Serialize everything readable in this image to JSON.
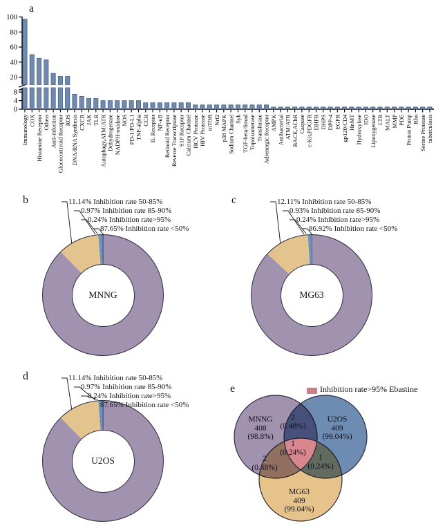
{
  "panel_letters": {
    "a": "a",
    "b": "b",
    "c": "c",
    "d": "d",
    "e": "e"
  },
  "chart_data": [
    {
      "panel": "a",
      "type": "bar",
      "title": "",
      "xlabel": "",
      "ylabel": "",
      "y_ticks_lower": [
        0,
        4,
        8
      ],
      "y_ticks_upper": [
        20,
        40,
        60,
        80,
        100
      ],
      "ylim_lower": [
        0,
        10
      ],
      "ylim_upper": [
        10,
        100
      ],
      "axis_break": true,
      "bar_color": "#6f8aad",
      "bar_border": "#46608a",
      "categories": [
        "Immunology",
        "COX",
        "Histamine Receptor",
        "Others",
        "Anti-infection",
        "Glucocorticoid Receptor",
        "ROS",
        "DNA/RNA Synthesis",
        "CXCR",
        "JAK",
        "TLR",
        "Autophagy,ATM/ATR",
        "Dehydrogenase",
        "NADPH-oxidase",
        "NOS",
        "PD-1/PD-L1",
        "TNF-alpha",
        "CCR",
        "IL Receptor",
        "NF-κB",
        "Retinoid Receptor",
        "Reverse Transcriptase",
        "S1P Receptor",
        "Calcium Channel",
        "HCV Protease",
        "HIV Protease",
        "mTOR",
        "Nrf2",
        "p38 MAPK",
        "Sodium Channel",
        "Syk",
        "TGF-beta/Smad",
        "Topoisomerase",
        "Transferase",
        "Adrenergic Receptor",
        "AMPK",
        "Antibacterial",
        "ATM/ATR",
        "BACE,AChR",
        "Caspase",
        "c-Kit,PDGFR",
        "DHFR",
        "DHPS",
        "DPP-4",
        "EGFR",
        "gp120/CD4",
        "HnMT",
        "Hydroxylase",
        "IDO",
        "Lipoxygenase",
        "LTR",
        "MALT",
        "MMP",
        "PDE",
        "Proton Pump",
        "Rho",
        "Serine Protease",
        "tuberculosis"
      ],
      "values": [
        97,
        50,
        45,
        43,
        25,
        21,
        21,
        7,
        6,
        5,
        5,
        4,
        4,
        4,
        4,
        4,
        4,
        3,
        3,
        3,
        3,
        3,
        3,
        3,
        2,
        2,
        2,
        2,
        2,
        2,
        2,
        2,
        2,
        2,
        2,
        1,
        1,
        1,
        1,
        1,
        1,
        1,
        1,
        1,
        1,
        1,
        1,
        1,
        1,
        1,
        1,
        1,
        1,
        1,
        1,
        1,
        1,
        1
      ]
    },
    {
      "panel": "b",
      "type": "donut",
      "center_label": "MNNG",
      "slices": [
        {
          "name": "Inhibition rate <50%",
          "pct": 87.65,
          "color": "#a192af"
        },
        {
          "name": "Inhibition rate 50-85%",
          "pct": 11.14,
          "color": "#e3c48e"
        },
        {
          "name": "Inhibition rate 85-90%",
          "pct": 0.97,
          "color": "#6e92bb"
        },
        {
          "name": "Inhibition rate>95%",
          "pct": 0.24,
          "color": "#4f73a3"
        }
      ],
      "callouts": [
        "11.14% Inhibition rate 50-85%",
        "0.97% Inhibition rate 85-90%",
        "0.24% Inhibition rate>95%",
        "87.65% Inhibition rate <50%"
      ]
    },
    {
      "panel": "c",
      "type": "donut",
      "center_label": "MG63",
      "slices": [
        {
          "name": "Inhibition rate <50%",
          "pct": 86.92,
          "color": "#a192af"
        },
        {
          "name": "Inhibition rate 50-85%",
          "pct": 12.11,
          "color": "#e3c48e"
        },
        {
          "name": "Inhibition rate 85-90%",
          "pct": 0.93,
          "color": "#6e92bb"
        },
        {
          "name": "Inhibition rate>95%",
          "pct": 0.24,
          "color": "#4f73a3"
        }
      ],
      "callouts": [
        "12.11% Inhibition rate 50-85%",
        "0.93% Inhibition rate 85-90%",
        "0.24% Inhibition rate>95%",
        "86.92% Inhibition rate <50%"
      ]
    },
    {
      "panel": "d",
      "type": "donut",
      "center_label": "U2OS",
      "slices": [
        {
          "name": "Inhibition rate <50%",
          "pct": 87.65,
          "color": "#a192af"
        },
        {
          "name": "Inhibition rate 50-85%",
          "pct": 11.14,
          "color": "#e3c48e"
        },
        {
          "name": "Inhibition rate 85-90%",
          "pct": 0.97,
          "color": "#6e92bb"
        },
        {
          "name": "Inhibition rate>95%",
          "pct": 0.24,
          "color": "#4f73a3"
        }
      ],
      "callouts": [
        "11.14% Inhibition rate 50-85%",
        "0.97% Inhibition rate 85-90%",
        "0.24% Inhibition rate>95%",
        "87.65% Inhibition rate <50%"
      ]
    },
    {
      "panel": "e",
      "type": "venn",
      "legend": {
        "label": "Inhibition rate>95% Ebastine",
        "color": "#c9818b"
      },
      "sets": [
        {
          "name": "MNNG",
          "count": "408",
          "pct": "(98.8%)",
          "color": "#a192af"
        },
        {
          "name": "U2OS",
          "count": "409",
          "pct": "(99.04%)",
          "color": "#6e8cb2"
        },
        {
          "name": "MG63",
          "count": "409",
          "pct": "(99.04%)",
          "color": "#e5c38a"
        }
      ],
      "overlaps": {
        "top": {
          "sets": "MNNG∩U2OS",
          "count": "2",
          "pct": "(0.48%)"
        },
        "left": {
          "sets": "MNNG∩MG63",
          "count": "2",
          "pct": "(0.48%)"
        },
        "right": {
          "sets": "U2OS∩MG63",
          "count": "1",
          "pct": "(0.24%)"
        },
        "center": {
          "sets": "MNNG∩U2OS∩MG63",
          "count": "1",
          "pct": "(0.24%)",
          "color": "#d9878f"
        }
      }
    }
  ]
}
